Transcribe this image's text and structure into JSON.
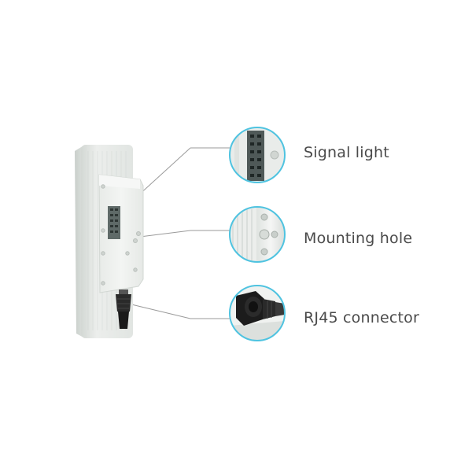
{
  "callouts": [
    {
      "id": "signal",
      "label": "Signal light"
    },
    {
      "id": "mounting",
      "label": "Mounting hole"
    },
    {
      "id": "rj45",
      "label": "RJ45 connector"
    }
  ],
  "colors": {
    "ring": "#4fc3e0",
    "leader_line": "#9a9a9a",
    "device_body": "#e4e8e5",
    "device_panel": "#eef1ee",
    "cable": "#1d1d1d",
    "label_text": "#4a4a4a"
  }
}
